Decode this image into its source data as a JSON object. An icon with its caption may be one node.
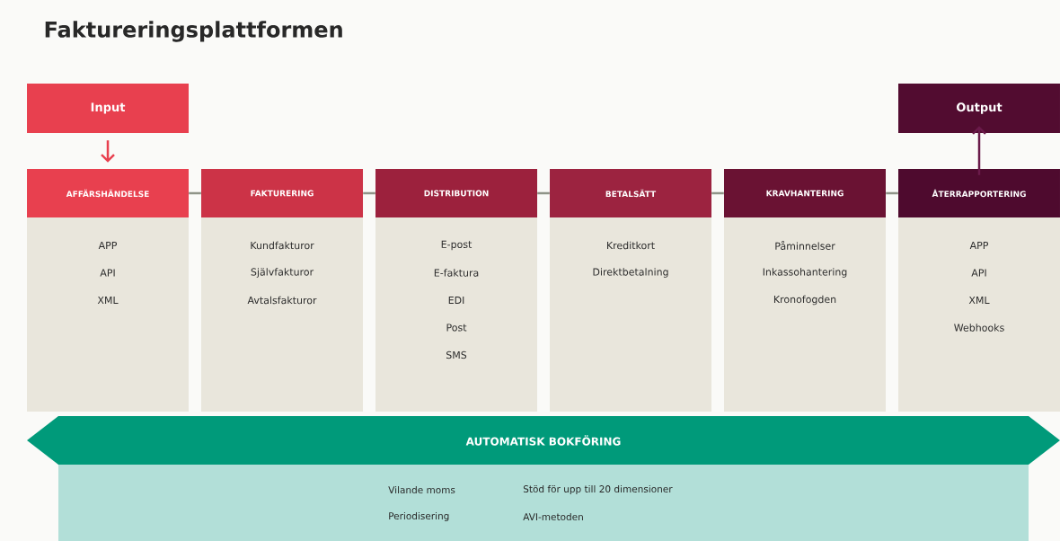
{
  "diagram": {
    "title": "Faktureringsplattformen",
    "nodes": [
      {
        "text": [
          "Input"
        ]
      },
      {
        "text": [
          "Output"
        ]
      },
      {
        "text": [
          "AFFÄRSHÄNDELSE",
          "APP",
          "API",
          "XML"
        ]
      },
      {
        "text": [
          "FAKTURERING",
          "Kundfakturor",
          "Självfakturor",
          "Avtalsfakturor"
        ]
      },
      {
        "text": [
          "DISTRIBUTION",
          "E-post",
          "E-faktura",
          "EDI",
          "Post",
          "SMS"
        ]
      },
      {
        "text": [
          "BETALSÄTT",
          "Kreditkort",
          "Direktbetalning"
        ]
      },
      {
        "text": [
          "KRAVHANTERING",
          "Påminnelser",
          "Inkassohantering",
          "Kronofogden"
        ]
      },
      {
        "text": [
          "ÅTERRAPPORTERING",
          "APP",
          "API",
          "XML",
          "Webhooks"
        ]
      },
      {
        "text": [
          "AUTOMATISK BOKFÖRING",
          "Vilande moms",
          "Stöd för upp till 20 dimensioner",
          "Periodisering",
          "AVI-metoden"
        ]
      }
    ],
    "edges": [
      {
        "from": 0,
        "to": 2,
        "arrow": "to",
        "color": "#e8404f"
      },
      {
        "from": 2,
        "to": 3,
        "arrow": "none"
      },
      {
        "from": 3,
        "to": 4,
        "arrow": "none"
      },
      {
        "from": 4,
        "to": 5,
        "arrow": "none"
      },
      {
        "from": 5,
        "to": 6,
        "arrow": "none"
      },
      {
        "from": 6,
        "to": 7,
        "arrow": "none"
      },
      {
        "from": 7,
        "to": 1,
        "arrow": "to",
        "color": "#6a1a4a"
      }
    ]
  }
}
